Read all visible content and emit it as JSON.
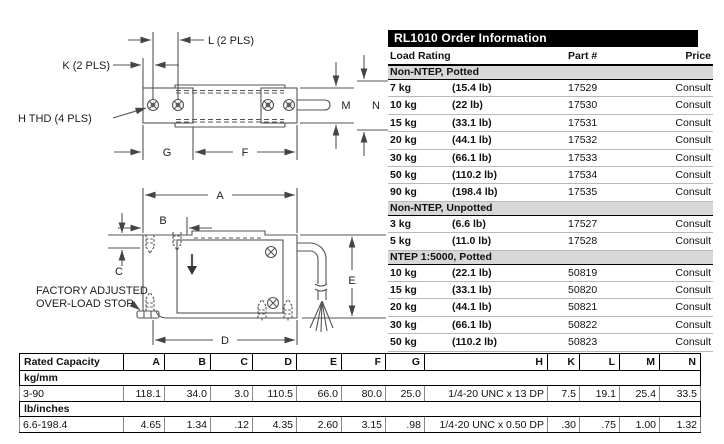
{
  "drawing": {
    "labels": {
      "k": "K (2 PLS)",
      "l": "L (2 PLS)",
      "h_thd": "H THD (4 PLS)",
      "m": "M",
      "n": "N",
      "g": "G",
      "f": "F",
      "a": "A",
      "b": "B",
      "c": "C",
      "d": "D",
      "e": "E",
      "overload_line1": "FACTORY ADJUSTED",
      "overload_line2": "OVER-LOAD STOP"
    }
  },
  "order_table": {
    "title": "RL1010 Order Information",
    "columns": [
      "Load Rating",
      "Part #",
      "Price"
    ],
    "sections": [
      {
        "name": "Non-NTEP, Potted",
        "rows": [
          [
            "7 kg",
            "(15.4 lb)",
            "17529",
            "Consult"
          ],
          [
            "10 kg",
            "(22 lb)",
            "17530",
            "Consult"
          ],
          [
            "15 kg",
            "(33.1 lb)",
            "17531",
            "Consult"
          ],
          [
            "20 kg",
            "(44.1 lb)",
            "17532",
            "Consult"
          ],
          [
            "30 kg",
            "(66.1 lb)",
            "17533",
            "Consult"
          ],
          [
            "50 kg",
            "(110.2 lb)",
            "17534",
            "Consult"
          ],
          [
            "90 kg",
            "(198.4 lb)",
            "17535",
            "Consult"
          ]
        ]
      },
      {
        "name": "Non-NTEP, Unpotted",
        "rows": [
          [
            "3 kg",
            "(6.6 lb)",
            "17527",
            "Consult"
          ],
          [
            "5 kg",
            "(11.0 lb)",
            "17528",
            "Consult"
          ]
        ]
      },
      {
        "name": "NTEP 1:5000, Potted",
        "rows": [
          [
            "10 kg",
            "(22.1 lb)",
            "50819",
            "Consult"
          ],
          [
            "15 kg",
            "(33.1 lb)",
            "50820",
            "Consult"
          ],
          [
            "20 kg",
            "(44.1 lb)",
            "50821",
            "Consult"
          ],
          [
            "30 kg",
            "(66.1 lb)",
            "50822",
            "Consult"
          ],
          [
            "50 kg",
            "(110.2 lb)",
            "50823",
            "Consult"
          ]
        ]
      }
    ]
  },
  "dim_table": {
    "header": [
      "Rated Capacity",
      "A",
      "B",
      "C",
      "D",
      "E",
      "F",
      "G",
      "H",
      "K",
      "L",
      "M",
      "N"
    ],
    "sections": [
      {
        "name": "kg/mm",
        "row": [
          "3-90",
          "118.1",
          "34.0",
          "3.0",
          "110.5",
          "66.0",
          "80.0",
          "25.0",
          "1/4-20 UNC x 13 DP",
          "7.5",
          "19.1",
          "25.4",
          "33.5"
        ]
      },
      {
        "name": "lb/inches",
        "row": [
          "6.6-198.4",
          "4.65",
          "1.34",
          ".12",
          "4.35",
          "2.60",
          "3.15",
          ".98",
          "1/4-20 UNC x 0.50 DP",
          ".30",
          ".75",
          "1.00",
          "1.32"
        ]
      }
    ]
  },
  "colors": {
    "title_bar_bg": "#000000",
    "title_bar_text": "#ffffff",
    "section_row_bg": "#d8d8d8",
    "drawing_line": "#555555"
  }
}
